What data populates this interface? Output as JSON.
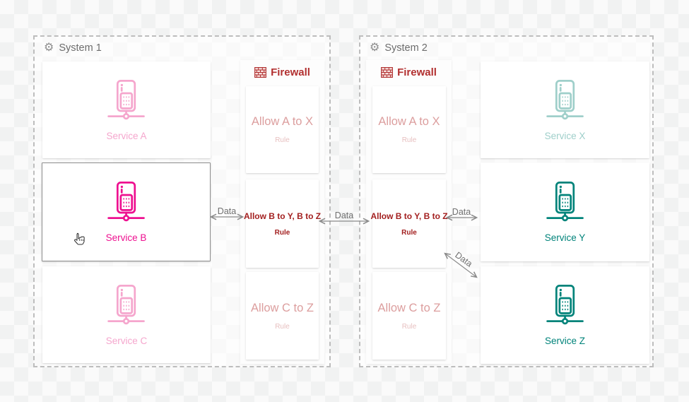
{
  "colors": {
    "bg-checker-a": "#fafafa",
    "bg-checker-b": "#f1f2f2",
    "system-bg": "rgba(255,255,255,0.55)",
    "border-dash": "#bdbdbd",
    "icon-gray": "#8d8d8d",
    "text-gray": "#6d6d6d",
    "arrow-gray": "#8a8a8a",
    "data-label": "#707070",
    "card-bg": "#ffffff",
    "selected-border": "#8f8f8f",
    "pink-active": "#ee1090",
    "pink-faded": "#f5a6cd",
    "teal-active": "#00837a",
    "teal-faded": "#9fcfca",
    "red-firewall": "#b23030",
    "red-rule-active": "#a32020",
    "red-rule-faded": "#dc9e9e",
    "red-rule-sub-faded": "#e7bfbf"
  },
  "systems": [
    {
      "label": "System 1",
      "icon": "gear-icon",
      "services": [
        {
          "label": "Service A",
          "state": "inactive"
        },
        {
          "label": "Service B",
          "state": "selected"
        },
        {
          "label": "Service C",
          "state": "inactive"
        }
      ],
      "firewall": {
        "label": "Firewall",
        "icon": "brick-wall-icon",
        "rules": [
          {
            "title": "Allow A to X",
            "subtitle": "Rule",
            "state": "inactive"
          },
          {
            "title": "Allow B to Y, B to Z",
            "subtitle": "Rule",
            "state": "active"
          },
          {
            "title": "Allow C to Z",
            "subtitle": "Rule",
            "state": "inactive"
          }
        ]
      }
    },
    {
      "label": "System 2",
      "icon": "gear-icon",
      "services": [
        {
          "label": "Service X",
          "state": "inactive"
        },
        {
          "label": "Service Y",
          "state": "active"
        },
        {
          "label": "Service Z",
          "state": "active"
        }
      ],
      "firewall": {
        "label": "Firewall",
        "icon": "brick-wall-icon",
        "rules": [
          {
            "title": "Allow A to X",
            "subtitle": "Rule",
            "state": "inactive"
          },
          {
            "title": "Allow B to Y, B to Z",
            "subtitle": "Rule",
            "state": "active"
          },
          {
            "title": "Allow C to Z",
            "subtitle": "Rule",
            "state": "inactive"
          }
        ]
      }
    }
  ],
  "connections": [
    {
      "label": "Data",
      "from": "Service B",
      "to": "Allow B to Y, B to Z (System 1)"
    },
    {
      "label": "Data",
      "from": "Allow B to Y, B to Z (System 1)",
      "to": "Allow B to Y, B to Z (System 2)"
    },
    {
      "label": "Data",
      "from": "Allow B to Y, B to Z (System 2)",
      "to": "Service Y"
    },
    {
      "label": "Data",
      "from": "Allow B to Y, B to Z (System 2)",
      "to": "Service Z"
    }
  ],
  "cursor": {
    "type": "hand-pointer"
  }
}
